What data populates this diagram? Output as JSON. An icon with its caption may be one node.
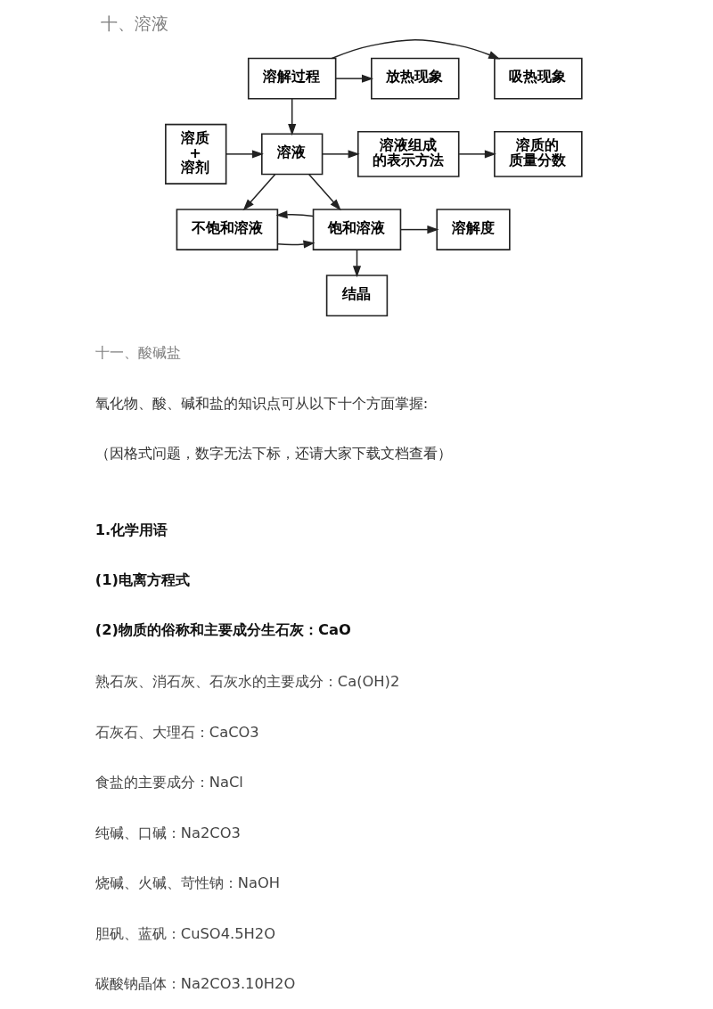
{
  "diagram": {
    "title": "十、溶液",
    "nodes": [
      {
        "text": [
          "溶解过程"
        ]
      },
      {
        "text": [
          "吸热现象"
        ]
      },
      {
        "text": [
          "放热现象"
        ]
      },
      {
        "text": [
          "溶质+溶剂"
        ]
      },
      {
        "text": [
          "溶液"
        ]
      },
      {
        "text": [
          "溶液组成的表示方法"
        ]
      },
      {
        "text": [
          "溶质的质量分数"
        ]
      },
      {
        "text": [
          "不饱和溶液"
        ]
      },
      {
        "text": [
          "饱和溶液"
        ]
      },
      {
        "text": [
          "溶解度"
        ]
      },
      {
        "text": [
          "结晶"
        ]
      }
    ],
    "edges": [
      {
        "from": 0,
        "to": 1,
        "arrow": "to"
      },
      {
        "from": 0,
        "to": 2,
        "arrow": "to"
      },
      {
        "from": 0,
        "to": 4,
        "arrow": "to"
      },
      {
        "from": 3,
        "to": 4,
        "arrow": "to"
      },
      {
        "from": 4,
        "to": 5,
        "arrow": "to"
      },
      {
        "from": 5,
        "to": 6,
        "arrow": "to"
      },
      {
        "from": 4,
        "to": 7,
        "arrow": "to"
      },
      {
        "from": 4,
        "to": 8,
        "arrow": "to"
      },
      {
        "from": 7,
        "to": 8,
        "arrow": "to"
      },
      {
        "from": 8,
        "to": 7,
        "arrow": "to"
      },
      {
        "from": 8,
        "to": 9,
        "arrow": "to"
      },
      {
        "from": 8,
        "to": 10,
        "arrow": "to"
      }
    ],
    "labels": [
      "十一、酸碱盐",
      "氧化物、酸、碱和盐的知识点可从以下十个方面掌握:",
      "（因格式问题，数字无法下标，还请大家下载文档查看）",
      "1.化学用语",
      "(1)电离方程式",
      "(2)物质的俗称和主要成分生石灰：CaO",
      "熟石灰、消石灰、石灰水的主要成分：Ca(OH)2",
      "石灰石、大理石：CaCO3",
      "食盐的主要成分：NaCl",
      "纯碱、口碱：Na2CO3",
      "烧碱、火碱、苛性钠：NaOH",
      "胆矾、蓝矾：CuSO4.5H2O",
      "碳酸钠晶体：Na2CO3.10H2O"
    ]
  }
}
